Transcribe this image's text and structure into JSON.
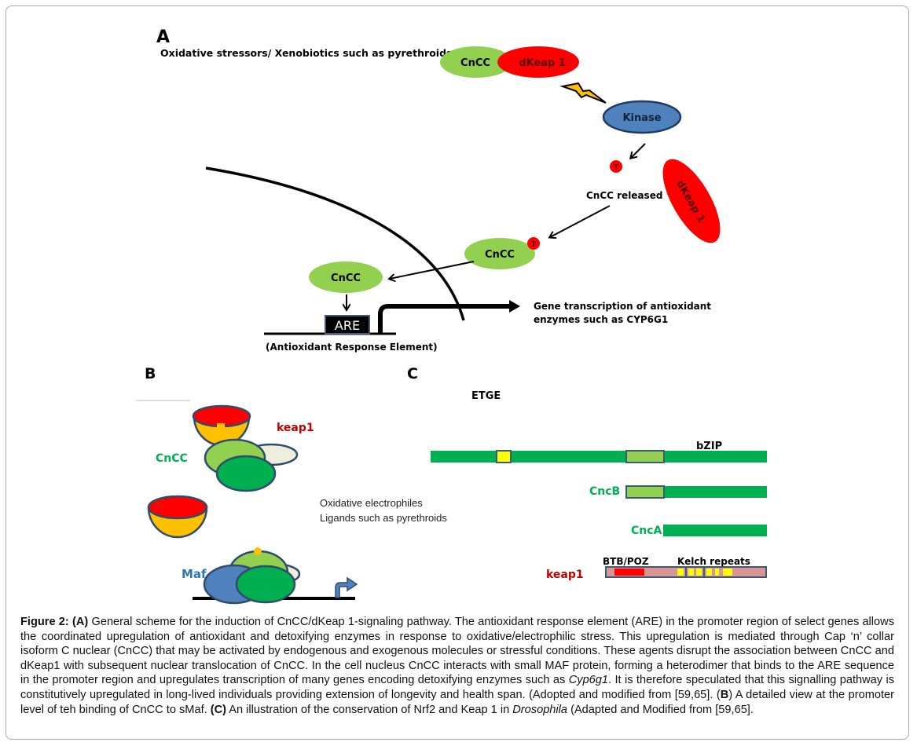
{
  "figure": {
    "panel_a": {
      "label": "A",
      "stressor_text": "Oxidative stressors/ Xenobiotics such as pyrethroids",
      "complex_cncc": "CnCC",
      "complex_dkeap1": "dKeap 1",
      "kinase": "Kinase",
      "phospho_symbol": "T",
      "released_dkeap1": "dKeap 1",
      "cncc_released": "CnCC released",
      "cncc_phospho": "CnCC",
      "cncc_nuclear": "CnCC",
      "are_box": "ARE",
      "are_full": "(Antioxidant Response Element)",
      "gene_transcription_line1": "Gene transcription  of  antioxidant",
      "gene_transcription_line2": "enzymes such as CYP6G1"
    },
    "panel_b": {
      "label": "B",
      "keap1": "keap1",
      "cncc": "CnCC",
      "maf": "Maf",
      "oxidative_line1": "Oxidative electrophiles",
      "oxidative_line2": "Ligands such as pyrethroids"
    },
    "panel_c": {
      "label": "C",
      "etge": "ETGE",
      "bzip": "bZIP",
      "cncb": "CncB",
      "cnca": "CncA",
      "keap1": "keap1",
      "btb_poz": "BTB/POZ",
      "kelch": "Kelch repeats"
    },
    "colors": {
      "light_green": "#92d050",
      "dark_green": "#00b050",
      "red": "#ff0000",
      "blue": "#4f81bd",
      "orange": "#ffc000",
      "yellow": "#ffff00",
      "pink": "#d99694",
      "keap1_label": "#c00000",
      "cncc_label": "#00b050",
      "maf_label": "#2e75b6"
    }
  },
  "caption": {
    "fig_label": "Figure 2:",
    "a_label": "(A)",
    "a_text": " General scheme for the induction of CnCC/dKeap 1-signaling pathway. The antioxidant response element (ARE) in the promoter region of select genes allows the coordinated upregulation of antioxidant and detoxifying enzymes in response to oxidative/electrophilic stress. This upregulation is mediated through Cap ‘n’ collar isoform C nuclear (CnCC) that may be activated by endogenous and exogenous molecules or stressful conditions. These agents disrupt the association between CnCC and dKeap1 with subsequent nuclear translocation of CnCC. In the cell nucleus CnCC interacts with small MAF protein, forming a heterodimer that binds to the ARE sequence in the promoter region and upregulates transcription of many genes encoding detoxifying enzymes such as ",
    "gene_italic": "Cyp6g1",
    "a_text2": ". It is therefore speculated that this signalling pathway is constitutively upregulated in long-lived individuals providing extension of longevity and health span. (Adopted and modified from [59,65]. (",
    "b_letter": "B",
    "b_text": ") A detailed view at the promoter level of teh binding of CnCC to sMaf. ",
    "c_label": "(C)",
    "c_text": " An illustration of the conservation of Nrf2 and Keap 1 in ",
    "species_italic": "Drosophila",
    "c_text2": " (Adapted and Modified from [59,65]."
  }
}
